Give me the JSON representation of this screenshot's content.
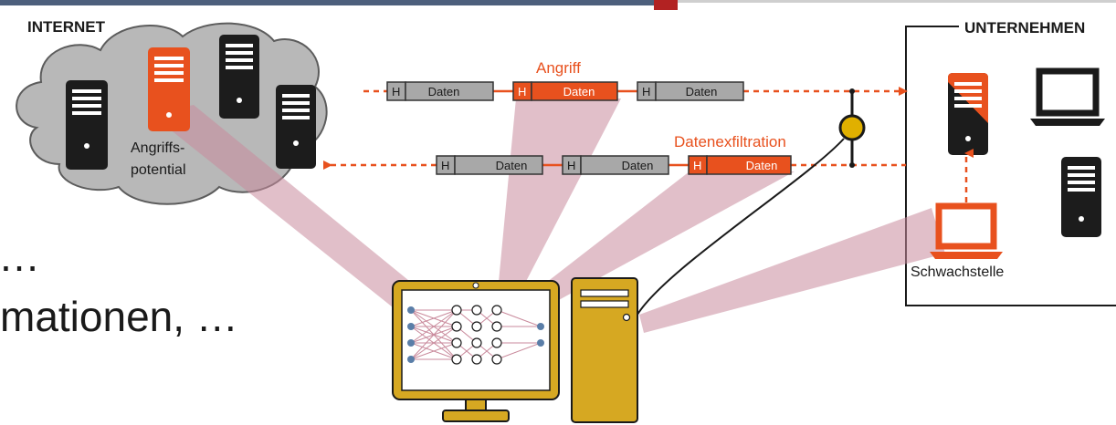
{
  "topbar": {
    "colors": {
      "blue": "#4d5f7c",
      "red": "#b22222",
      "grey": "#cfcfcf"
    }
  },
  "slide_text": {
    "line1": "…",
    "line2": "mationen, …"
  },
  "labels": {
    "internet": "INTERNET",
    "company": "UNTERNEHMEN",
    "attack_potential_1": "Angriffs-",
    "attack_potential_2": "potential",
    "attack": "Angriff",
    "exfiltration": "Datenexfiltration",
    "vulnerability": "Schwachstelle",
    "header": "H",
    "data": "Daten"
  },
  "colors": {
    "orange": "#e8511e",
    "server": "#1c1c1c",
    "packet_grey": "#a8a8a8",
    "cloud": "#b8b8b8",
    "beam": "#c98a9c",
    "computer": "#d6a822",
    "sensor": "#e0b000"
  },
  "icons": {
    "server": "server-icon",
    "laptop": "laptop-icon",
    "monitor": "monitor-icon",
    "tower": "computer-tower-icon",
    "neural_network": "neural-network-icon",
    "sensor": "network-tap-icon"
  }
}
